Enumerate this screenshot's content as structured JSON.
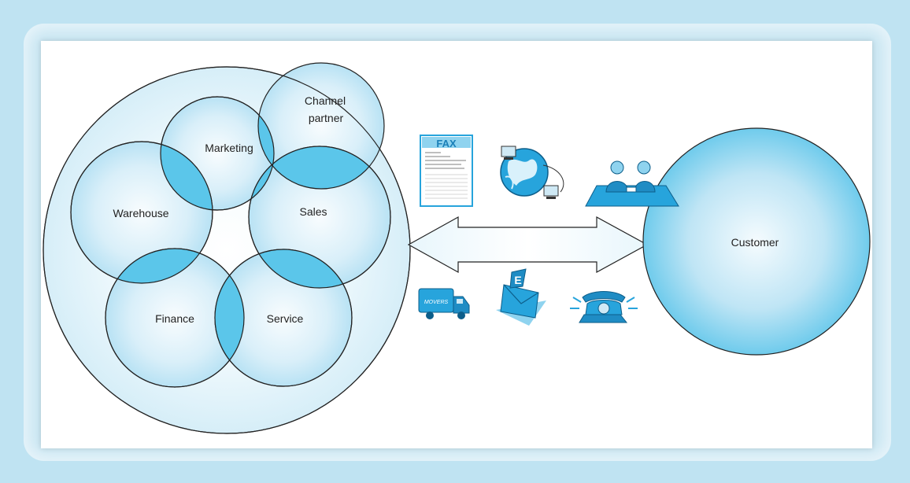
{
  "departments": {
    "marketing": "Marketing",
    "channel_partner_line1": "Channel",
    "channel_partner_line2": "partner",
    "warehouse": "Warehouse",
    "sales": "Sales",
    "finance": "Finance",
    "service": "Service"
  },
  "customer": "Customer",
  "channels": {
    "fax_label": "FAX",
    "truck_label": "MOVERS",
    "email_label": "E"
  },
  "colors": {
    "background": "#bfe3f2",
    "bubble_fill": "#cde9f6",
    "overlap_fill": "#5bc6ea",
    "icon_blue": "#27a4dc"
  }
}
